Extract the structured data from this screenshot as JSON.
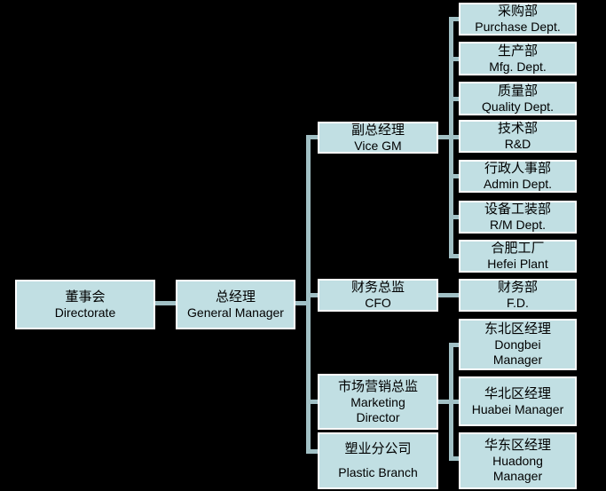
{
  "colors": {
    "bg": "#000000",
    "box_fill": "#c1dfe3",
    "box_border": "#ffffff",
    "connector": "#a1c0c5",
    "text": "#000000"
  },
  "nodes": {
    "directorate": {
      "zh": "董事会",
      "en": "Directorate"
    },
    "general_manager": {
      "zh": "总经理",
      "en": "General Manager"
    },
    "vice_gm": {
      "zh": "副总经理",
      "en": "Vice GM"
    },
    "cfo": {
      "zh": "财务总监",
      "en": "CFO"
    },
    "marketing_director": {
      "zh": "市场营销总监",
      "en1": "Marketing",
      "en2": "Director"
    },
    "plastic_branch": {
      "zh": "塑业分公司",
      "en": "Plastic Branch"
    },
    "purchase": {
      "zh": "采购部",
      "en": "Purchase Dept."
    },
    "mfg": {
      "zh": "生产部",
      "en": "Mfg. Dept."
    },
    "quality": {
      "zh": "质量部",
      "en": "Quality Dept."
    },
    "rnd": {
      "zh": "技术部",
      "en": "R&D"
    },
    "admin": {
      "zh": "行政人事部",
      "en": "Admin Dept."
    },
    "rm": {
      "zh": "设备工装部",
      "en": "R/M Dept."
    },
    "hefei": {
      "zh": "合肥工厂",
      "en": "Hefei Plant"
    },
    "fd": {
      "zh": "财务部",
      "en": "F.D."
    },
    "dongbei": {
      "zh": "东北区经理",
      "en1": "Dongbei",
      "en2": "Manager"
    },
    "huabei": {
      "zh": "华北区经理",
      "en": "Huabei Manager"
    },
    "huadong": {
      "zh": "华东区经理",
      "en1": "Huadong",
      "en2": "Manager"
    }
  }
}
